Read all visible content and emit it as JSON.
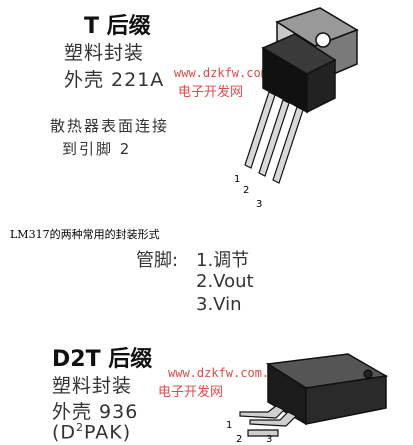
{
  "top": {
    "series_label": "T 后缀",
    "material": "塑料封装",
    "case": "外壳 221A",
    "note_line1": "散热器表面连接",
    "note_line2": "到引脚 2",
    "pins": [
      "1",
      "2",
      "3"
    ]
  },
  "watermark": {
    "url": "www.dzkfw.com.cn",
    "site": "电子开发网"
  },
  "caption": "LM317的两种常用的封装形式",
  "pinout": {
    "label": "管脚:",
    "items": [
      "1.调节",
      "2.Vout",
      "3.Vin"
    ]
  },
  "bottom": {
    "series_label": "D2T 后缀",
    "material": "塑料封装",
    "case": "外壳 936",
    "package_prefix": "(D",
    "package_sup": "2",
    "package_suffix": "PAK)",
    "pins": [
      "1",
      "2",
      "3"
    ]
  }
}
